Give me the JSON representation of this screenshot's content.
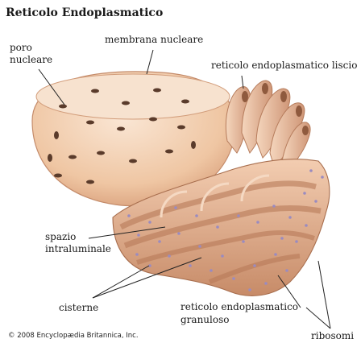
{
  "title": "Reticolo Endoplasmatico",
  "labels": {
    "poro_nucleare_1": "poro",
    "poro_nucleare_2": "nucleare",
    "membrana_nucleare": "membrana nucleare",
    "reticolo_liscio": "reticolo endoplasmatico liscio",
    "spazio_1": "spazio",
    "spazio_2": "intraluminale",
    "cisterne": "cisterne",
    "granuloso_1": "reticolo endoplasmatico",
    "granuloso_2": "granuloso",
    "ribosomi": "ribosomi"
  },
  "copyright": "© 2008 Encyclopædia Britannica, Inc.",
  "colors": {
    "nucleus_fill": "#f0c9a8",
    "nucleus_inner": "#f6dcc4",
    "er_fill": "#e8b99a",
    "er_shadow": "#c98d6c",
    "ribosome": "#9a8bc0"
  }
}
